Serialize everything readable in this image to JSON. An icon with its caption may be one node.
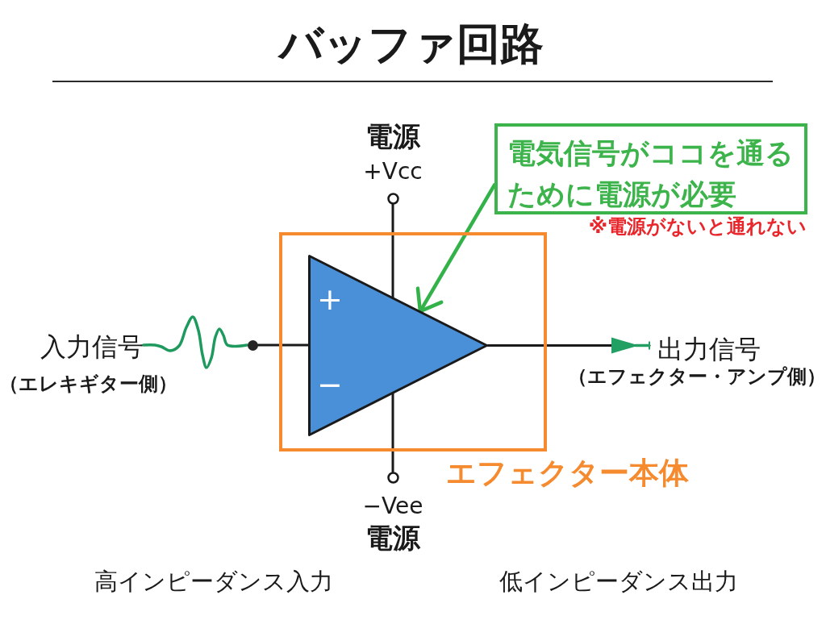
{
  "diagram": {
    "title": "バッファ回路",
    "nodes": [
      {
        "text": [
          "入力信号"
        ],
        "beside": [
          "（エレキギター側）"
        ]
      },
      {
        "text": [],
        "shape": "dot"
      },
      {
        "text": [
          "エフェクター本体"
        ]
      },
      {
        "text": [
          "+",
          "−"
        ],
        "in": 2
      },
      {
        "text": [],
        "shape": "circle",
        "beside": [
          "電源",
          "+Vcc"
        ]
      },
      {
        "text": [],
        "shape": "circle",
        "beside": [
          "−Vee",
          "電源"
        ]
      },
      {
        "text": [
          "出力信号"
        ],
        "beside": [
          "（エフェクター・アンプ側）"
        ]
      },
      {
        "text": [
          "電気信号がココを通るために電源が必要"
        ],
        "beside": [
          "※電源がないと通れない"
        ]
      }
    ],
    "edges": [
      {
        "from": 0,
        "to": 1,
        "arrow": "none",
        "color": "#1f9a5e"
      },
      {
        "from": 1,
        "to": 3,
        "arrow": "none"
      },
      {
        "from": 4,
        "to": 3,
        "arrow": "none"
      },
      {
        "from": 3,
        "to": 5,
        "arrow": "none"
      },
      {
        "from": 3,
        "to": 6,
        "arrow": "to"
      },
      {
        "from": 7,
        "to": 3,
        "arrow": "to",
        "color": "#33b24a"
      }
    ],
    "labels": [
      "高インピーダンス入力",
      "低インピーダンス出力"
    ]
  }
}
